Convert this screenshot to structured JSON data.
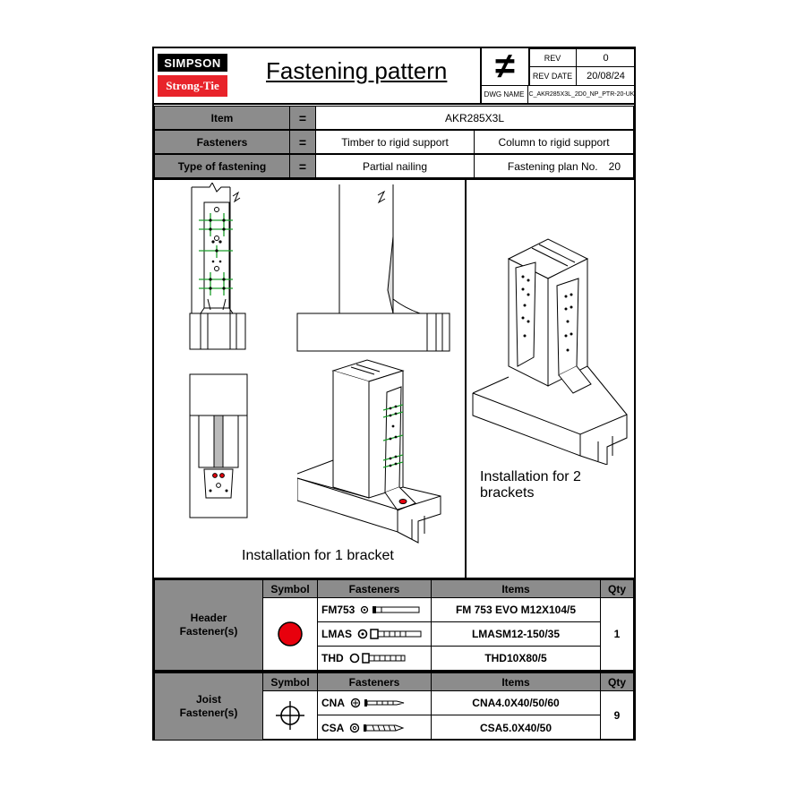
{
  "logo": {
    "top": "SIMPSON",
    "bottom": "Strong-Tie"
  },
  "title": "Fastening pattern",
  "revision": {
    "symbol": "≠",
    "rev_label": "REV",
    "rev_value": "0",
    "date_label": "REV DATE",
    "date_value": "20/08/24",
    "dwg_label": "DWG NAME",
    "dwg_value": "C_AKR285X3L_2D0_NP_PTR-20-UK"
  },
  "info": {
    "eq": "=",
    "item_label": "Item",
    "item_value": "AKR285X3L",
    "fasteners_label": "Fasteners",
    "fasteners_a": "Timber to rigid support",
    "fasteners_b": "Column to rigid support",
    "type_label": "Type of fastening",
    "type_value": "Partial nailing",
    "plan_label": "Fastening plan No.",
    "plan_value": "20"
  },
  "captions": {
    "one": "Installation for 1 bracket",
    "two": "Installation for 2 brackets"
  },
  "table": {
    "symbol_h": "Symbol",
    "fasteners_h": "Fasteners",
    "items_h": "Items",
    "qty_h": "Qty",
    "header": {
      "label": "Header Fastener(s)",
      "rows": [
        {
          "code": "FM753",
          "item": "FM 753 EVO M12X104/5"
        },
        {
          "code": "LMAS",
          "item": "LMASM12-150/35"
        },
        {
          "code": "THD",
          "item": "THD10X80/5"
        }
      ],
      "qty": "1",
      "symbol_color": "#e8000d"
    },
    "joist": {
      "label": "Joist Fastener(s)",
      "rows": [
        {
          "code": "CNA",
          "item": "CNA4.0X40/50/60"
        },
        {
          "code": "CSA",
          "item": "CSA5.0X40/50"
        }
      ],
      "qty": "9",
      "symbol_color": "#000000"
    }
  },
  "colors": {
    "gray": "#8c8c8c",
    "brand_red": "#e8232a",
    "nail_green": "#1a9e2a"
  }
}
